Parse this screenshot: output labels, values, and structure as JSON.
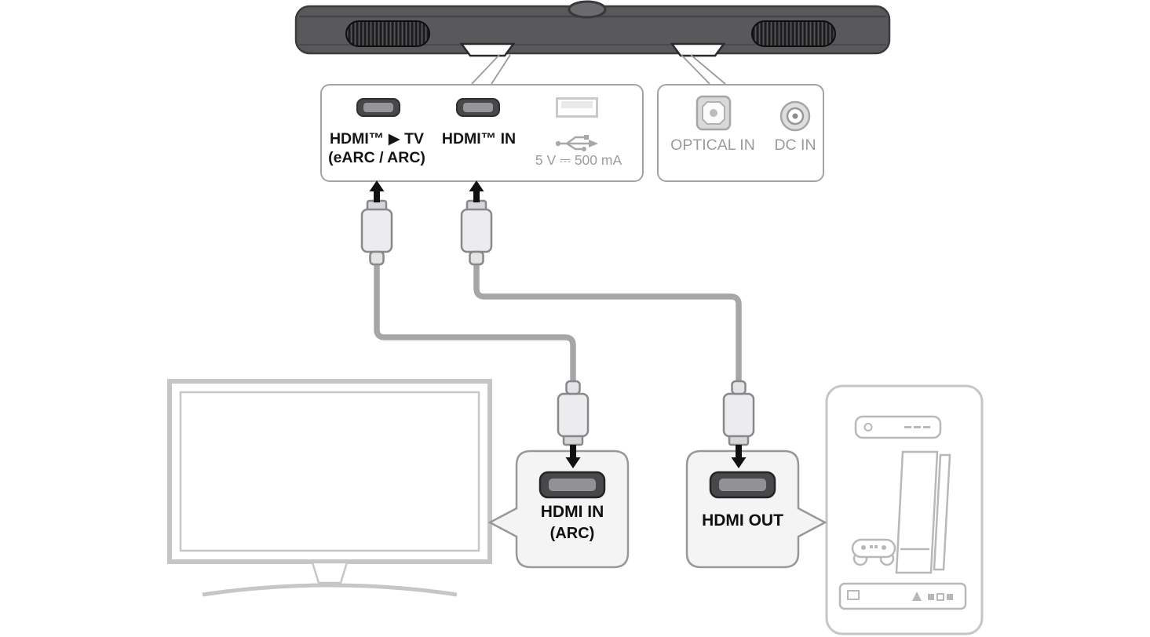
{
  "rear_panel": {
    "hdmi_tv_port": {
      "label_line1": "HDMI™ ▶ TV",
      "label_line2": "(eARC / ARC)"
    },
    "hdmi_in_port": {
      "label": "HDMI™ IN"
    },
    "usb_port": {
      "label": "5 V ⎓ 500 mA"
    }
  },
  "power_panel": {
    "optical_port": {
      "label": "OPTICAL IN"
    },
    "dc_port": {
      "label": "DC IN"
    }
  },
  "tv_callout": {
    "label_line1": "HDMI IN",
    "label_line2": "(ARC)"
  },
  "device_callout": {
    "label": "HDMI OUT"
  },
  "colors": {
    "soundbar_body": "#59595c",
    "cable": "#a6a6a8",
    "panel_border": "#a3a3a5",
    "outline_light": "#c6c6c8",
    "label_dark": "#141414",
    "label_gray": "#9b9b9b",
    "arrow": "#111111",
    "callout_fill": "#f4f4f4"
  }
}
